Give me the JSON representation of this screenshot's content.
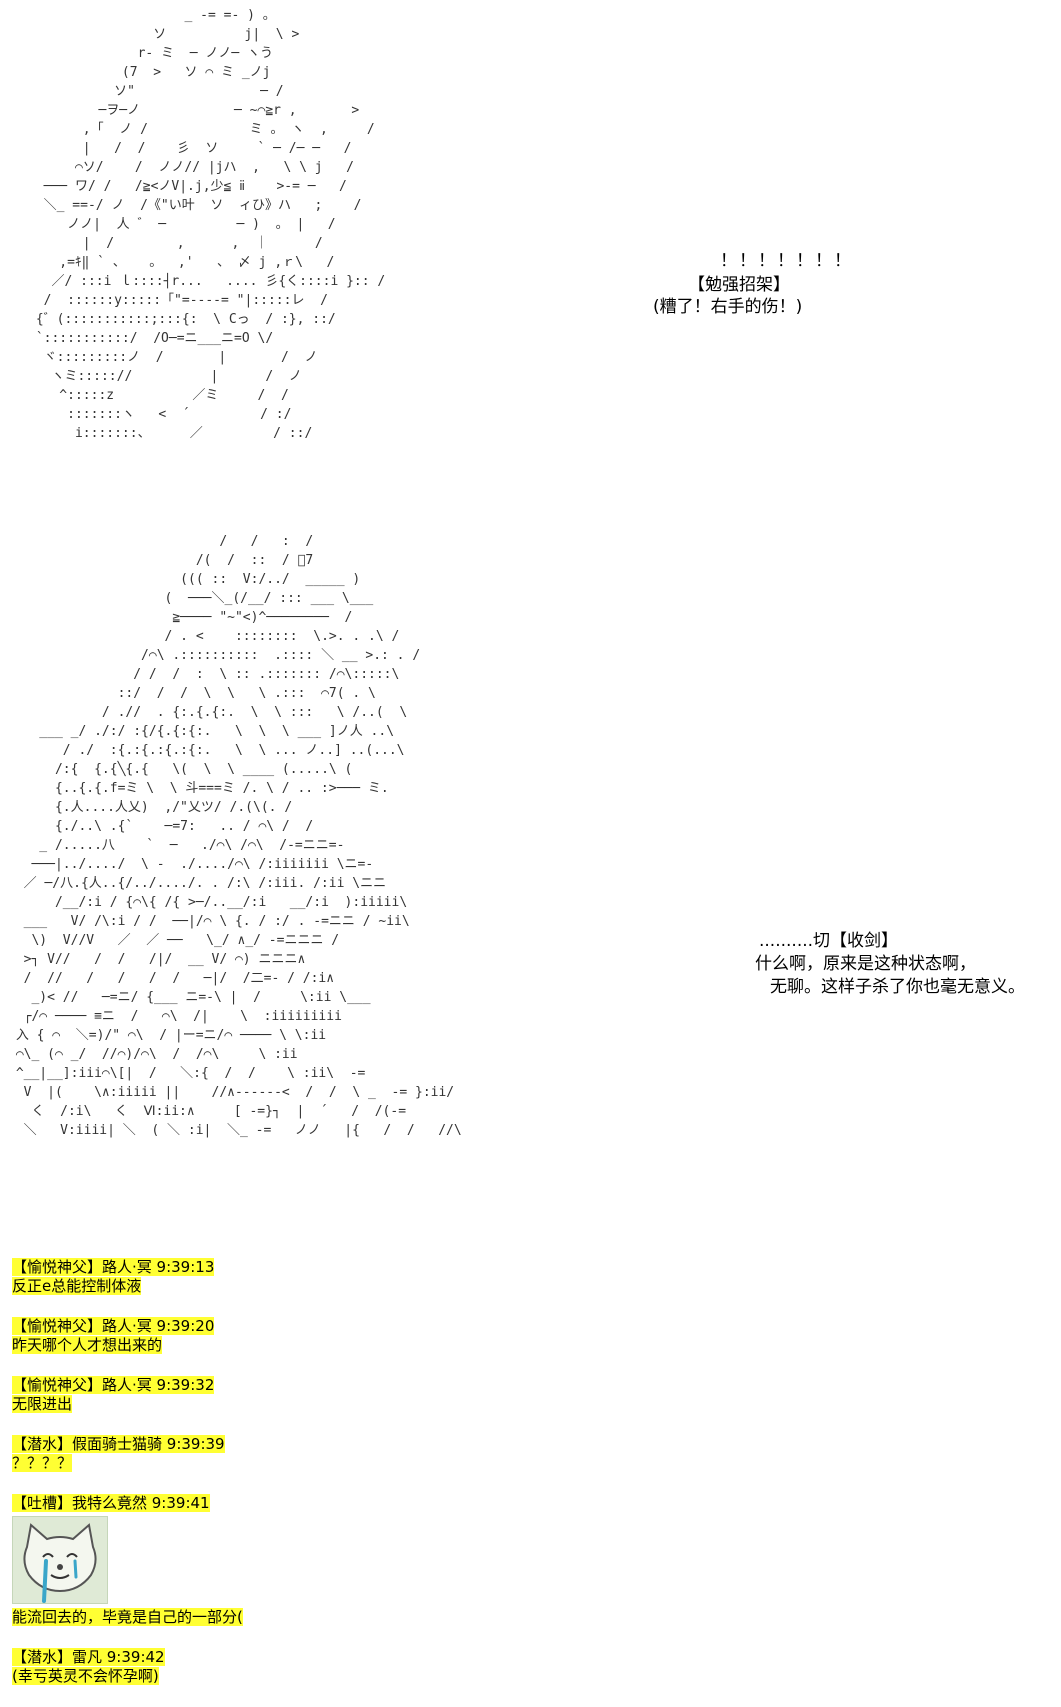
{
  "art_top": "                    _ -= =- ) 。\n                ソ          j|  \\ >\n              r- ミ  ─ ノノ─ ヽう\n            (7  >   ソ ⌒ ミ _ノj\n           ソ\"                ─ /\n         ─ヲ─ノ            ─ ~⌒≧r ,       >\n       ,「  ノ /             ミ 。 ヽ  ,     /\n       |   /  /    彡  ソ     ` ─ /─ ─   /\n      ⌒ソ/    /  ノノ// |jハ  ,   \\ \\ j   /\n  ─── ワ/ /   /≧<ノV|.j,少≦ ⅱ    >-= ─   /\n  ＼_ ==-/ ノ  /《\"い叶  ソ  ィひ》ハ   ;    /\n     ノノ|  人 ゛ ─         ─ )  。 |   /\n       |  /        ,      ,  ｜      /\n    ,=ｷ‖ ` 、   。  ,'   、 〆 j ,ｒ\\   /\n   ／/ :::i ｌ::::┤r...   .... 彡{く::::i }:: /\n  /  ::::::y:::::「\"=----= \"|:::::レ  /\n {゛(:::::::::::;:::{:  \\ Cっ  / :}, ::/\n `:::::::::::/  /O─=ニ___ニ=O \\/\n  ヾ:::::::::ノ  /       |       /  ノ\n   ヽミ::::://          |      /  ノ\n    ^:::::z          ／ミ     /  /\n     :::::::ヽ   <  ´         / :/\n      i:::::::、     ／         / ::/",
  "art_bottom": "                           /   /   :  /\n                        /(  /  ::  / ゚7\n                      ((( ::  V:/../  _____ )\n                    (  ───＼_(/__/ ::: ___ \\___\n                     ≧──── \"~\"<)^────────  /\n                    / . <    ::::::::  \\.>. . .\\ /\n                 /⌒\\ .::::::::::  .:::: ＼ __ >.: . /\n                / /  /  :  \\ :: .::::::: /⌒\\:::::\\\n              ::/  /  /  \\  \\   \\ .:::  ⌒7( . \\\n            / .//  . {:.{.{:.  \\  \\ :::   \\ /..(  \\\n    ___ _/ ./:/ :{/{.{:{:.   \\  \\  \\ ___ ]ノ人 ..\\\n       / ./  :{.:{.:{.:{:.   \\  \\ ... ノ..] ..(...\\\n      /:{  {.{╲{.{   \\(  \\  \\ ____ (.....\\ (\n      {..{.{.f=ミ \\  \\ 斗===ミ /. \\ / .. :>─── ミ.\n      {.人....人乂)  ,/\"乂ツ/ /.(\\(. /\n      {./..\\ .{`    ─=7:   .. / ⌒\\ /  /\n    _ /.....八    `  ─   ./⌒\\ /⌒\\  /-=ニニ=-\n   ───|../..../  \\ -  ./..../⌒\\ /:iiiiiii \\ニ=-\n  ／ ─/八.{人..{/../..../. . /:\\ /:iii. /:ii \\ニニ\n      /__/:i / {⌒\\{ /{ >─/..__/:i   __/:i  ):iiiii\\\n  ___   V/ /\\:i / /  ──|/⌒ \\ {. / :/ . -=ニニ / ~ii\\\n   \\)  V//V   ／  ／ ──   \\_/ ∧_/ -=ニニニ /\n  >┐ V//   /  /   /|/  __ V/ ⌒) ニニニ∧ \n  /  //   /   /   /  /   ─|/  /二=- / /:i∧\n   _)< //   ─=ニ/ {___ ニ=-\\ |  /     \\:ii \\___\n  ┌/⌒ ──── ≡ニ  /   ⌒\\  /|    \\  :iiiiiiiii\n 入 { ⌒  ＼=)/\" ⌒\\  / |ー=ニ/⌒ ──── \\ \\:ii\n ⌒\\_ (⌒ _/  //⌒)/⌒\\  /  /⌒\\     \\ :ii\n ^__|__]:iii⌒\\[|  /   ＼:{  /  /    \\ :ii\\  -=\n  V  |(    \\∧:iiiii ||    //∧------<  /  /  \\ _  -= }:ii/\n   く  /:i\\   く  Ⅵ:ii:∧     [ -=}┐  |  ´   /  /(-=\n  ＼   V:iiii| ＼  ( ＼ :i|  ＼_ -=   ノノ   |{   /  /   //\\",
  "caption1": {
    "exclaim": "！！！！！！！",
    "line1": "【勉强招架】",
    "line2": "(糟了！右手的伤！)"
  },
  "caption2": {
    "line1": "..........切【收剑】",
    "line2": "什么啊，原来是这种状态啊，",
    "line3": "无聊。这样子杀了你也毫无意义。"
  },
  "chat": [
    {
      "header": "【愉悦神父】路人·冥 9:39:13",
      "text": "反正e总能控制体液"
    },
    {
      "header": "【愉悦神父】路人·冥 9:39:20",
      "text": "昨天哪个人才想出来的"
    },
    {
      "header": "【愉悦神父】路人·冥 9:39:32",
      "text": "无限进出"
    },
    {
      "header": "【潜水】假面骑士猫骑 9:39:39",
      "text": "？？？？"
    },
    {
      "header": "【吐槽】我特么竟然 9:39:41",
      "text": "能流回去的，毕竟是自己的一部分("
    },
    {
      "header": "【潜水】雷凡 9:39:42",
      "text": "(幸亏英灵不会怀孕啊)"
    }
  ],
  "cat_sticker_icon": "crying-cat-icon",
  "colors": {
    "highlight": "#ffff33",
    "ascii_art": "#333333",
    "sticker_bg": "#dfead6"
  }
}
